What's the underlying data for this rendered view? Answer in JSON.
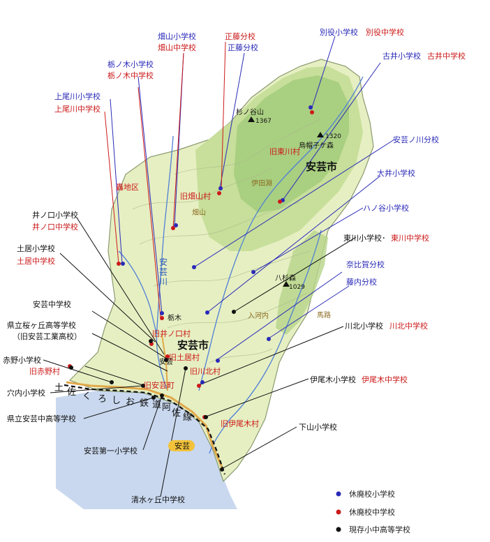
{
  "colors": {
    "closed_elementary": "#2a2ab8",
    "closed_junior_high": "#cc1a1a",
    "existing_school": "#111111",
    "sea": "#c9d8ef",
    "land_light": "#e6efc2",
    "land_mid": "#c7df9a",
    "land_dark": "#9fca78",
    "river": "#4f7fd6",
    "road": "#e0a84a",
    "city_badge": "#f2c23a"
  },
  "labels": {
    "betsuyaku_elem": "別役小学校",
    "betsuyaku_jhs": "別役中学校",
    "furui_elem": "古井小学校",
    "furui_jhs": "古井中学校",
    "hatayama_elem": "畑山小学校",
    "hatayama_jhs": "畑山中学校",
    "shoto_jhs_branch": "正藤分校",
    "shoto_elem_branch": "正藤分校",
    "tochinoki_elem": "栃ノ木小学校",
    "tochinoki_jhs": "栃ノ木中学校",
    "kamiokawa_elem": "上尾川小学校",
    "kamiokawa_jhs": "上尾川中学校",
    "akinogawa_branch": "安芸ノ川分校",
    "oi_elem": "大井小学校",
    "hachinotani_elem": "ハノ谷小学校",
    "higashikawa_elem": "東川小学校･",
    "higashikawa_jhs": "東川中学校",
    "nahiga_branch": "奈比賀分校",
    "fujinouchi_branch": "藤内分校",
    "kawakita_elem": "川北小学校",
    "kawakita_jhs": "川北中学校",
    "iogi_elem": "伊尾木小学校",
    "iogi_jhs": "伊尾木中学校",
    "shimoyama_elem": "下山小学校",
    "inokuchi_elem": "井ノ口小学校",
    "inokuchi_jhs": "井ノ口中学校",
    "doi_elem": "土居小学校",
    "doi_jhs": "土居中学校",
    "aki_jhs": "安芸中学校",
    "sakuragaoka_hs": "県立桜ヶ丘高等学校",
    "sakuragaoka_hs_old": "（旧安芸工業高校）",
    "akano_elem": "赤野小学校",
    "old_akano": "旧赤野村",
    "anauchi_elem": "穴内小学校",
    "aki_nakahs": "県立安芸中高等学校",
    "aki_daiichi_elem": "安芸第一小学校",
    "shimizugaoka_jhs": "清水ヶ丘中学校",
    "old_higashikawa": "旧東川村",
    "old_hatayama": "旧畑山村",
    "old_inokuchi": "旧井ノ口村",
    "old_doi": "旧土居村",
    "old_kawakita": "旧川北村",
    "old_akicho": "旧安芸町",
    "old_iogi": "旧伊尾木村",
    "aki_city_north": "安芸市",
    "aki_city_south": "安芸市",
    "aki_river": "安芸川",
    "sakae_chiku": "轟地区",
    "hatayama_place": "畑山",
    "idabuchi": "伊田淵",
    "tochinoki_place": "栃木",
    "irikawauchi": "入河内",
    "sugiyama_peak": "杉ノ谷山",
    "sugiyama_elev": "1367",
    "eboshi_peak": "烏帽子ケ森",
    "eboshi_elev": "1320",
    "hassugi_peak": "八杉森",
    "hassugi_elev": "1029",
    "baba": "馬路",
    "aki_station": "安芸",
    "aki_badge": "安芸",
    "railway_1": "土",
    "railway_2": "佐",
    "railway_3": "く",
    "railway_4": "ろ",
    "railway_5": "し",
    "railway_6": "お",
    "railway_7": "鉄",
    "railway_8": "道",
    "railway_9": "阿",
    "railway_10": "佐",
    "railway_11": "線"
  },
  "legend": [
    {
      "label": "休廃校小学校",
      "color": "#2a2ab8"
    },
    {
      "label": "休廃校中学校",
      "color": "#cc1a1a"
    },
    {
      "label": "現存小中高等学校",
      "color": "#111111"
    }
  ]
}
